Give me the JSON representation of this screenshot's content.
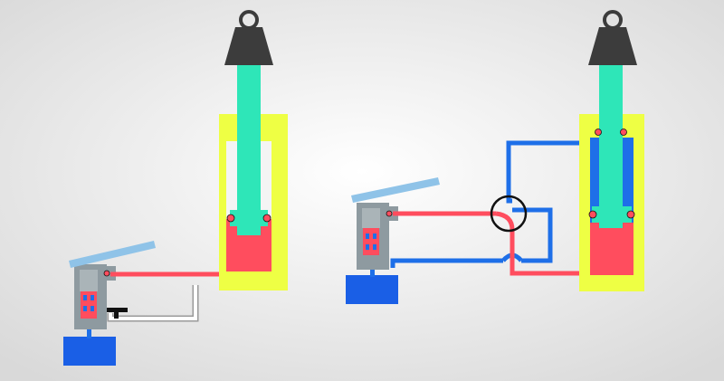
{
  "diagram": {
    "left_system": {
      "type": "single-acting hydraulic jack",
      "components": [
        "weight",
        "ram",
        "cylinder",
        "hand-pump",
        "release-valve",
        "reservoir"
      ]
    },
    "right_system": {
      "type": "double-acting hydraulic jack",
      "components": [
        "weight",
        "ram",
        "cylinder",
        "hand-pump",
        "directional-valve",
        "reservoir"
      ]
    }
  },
  "colors": {
    "background_center": "#ffffff",
    "background_edge": "#d9d9d9",
    "weight": "#3c3c3c",
    "ram": "#2ee6b8",
    "cylinder_body": "#eeff44",
    "cylinder_bore": "#f4f4f4",
    "pressure_fluid": "#ff4d5e",
    "return_fluid": "#1e6fe8",
    "reservoir": "#1a5fe6",
    "pump_body": "#8e9aa0",
    "pump_handle": "#8fc3e8",
    "return_line": "#ffffff",
    "outline": "#1a1a1a"
  }
}
